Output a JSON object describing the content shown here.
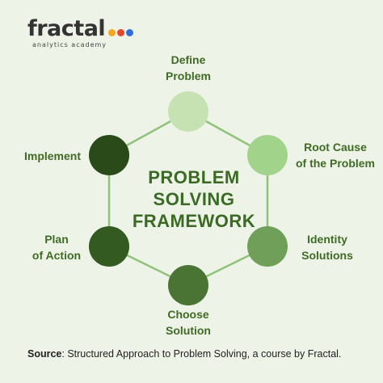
{
  "logo": {
    "wordmark": "fractal",
    "tagline": "analytics academy",
    "dot_colors": [
      "#f5a623",
      "#e8452c",
      "#2f6fd6"
    ]
  },
  "diagram": {
    "title": "PROBLEM\nSOLVING\nFRAMEWORK",
    "line_color": "#8fc27a",
    "steps": [
      {
        "label": "Define\nProblem",
        "color": "#c6e2b3"
      },
      {
        "label": "Root Cause\nof the Problem",
        "color": "#a2d38a"
      },
      {
        "label": "Identity\nSolutions",
        "color": "#6f9f58"
      },
      {
        "label": "Choose\nSolution",
        "color": "#4a7434"
      },
      {
        "label": "Plan\nof Action",
        "color": "#335a20"
      },
      {
        "label": "Implement",
        "color": "#2a4a19"
      }
    ]
  },
  "source": {
    "label": "Source",
    "text": ": Structured Approach to Problem Solving, a course by Fractal."
  }
}
